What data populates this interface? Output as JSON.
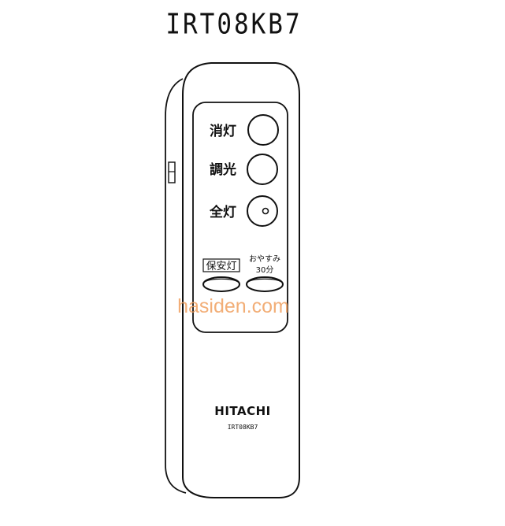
{
  "title": "IRT08KB7",
  "remote": {
    "buttons": [
      {
        "label": "消灯"
      },
      {
        "label": "調光"
      },
      {
        "label": "全灯"
      }
    ],
    "small_buttons": [
      {
        "label": "保安灯"
      },
      {
        "label_line1": "おやすみ",
        "label_line2": "30分"
      }
    ],
    "brand": "HITACHI",
    "model": "IRT08KB7"
  },
  "watermark": {
    "text": "hasiden.com",
    "color": "#f0a060"
  },
  "colors": {
    "line": "#111111",
    "background": "#ffffff"
  }
}
